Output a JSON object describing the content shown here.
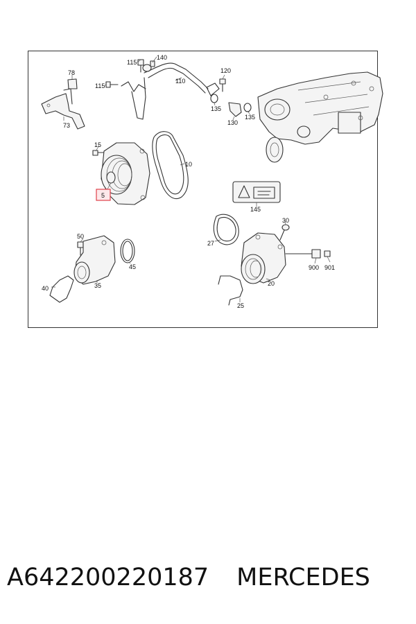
{
  "callouts": {
    "c140": "140",
    "c115a": "115",
    "c78": "78",
    "c115b": "115",
    "c110": "110",
    "c120": "120",
    "c73": "73",
    "c135a": "135",
    "c130": "130",
    "c135b": "135",
    "c15": "15",
    "c10": "10",
    "c5": "5",
    "c145": "145",
    "c30": "30",
    "c27": "27",
    "c50": "50",
    "c45": "45",
    "c900": "900",
    "c901": "901",
    "c40": "40",
    "c35": "35",
    "c20": "20",
    "c25": "25"
  },
  "highlight": {
    "part": "5",
    "color": "#e0404a"
  },
  "caption": {
    "part_number": "A642200220187",
    "brand": "MERCEDES"
  }
}
